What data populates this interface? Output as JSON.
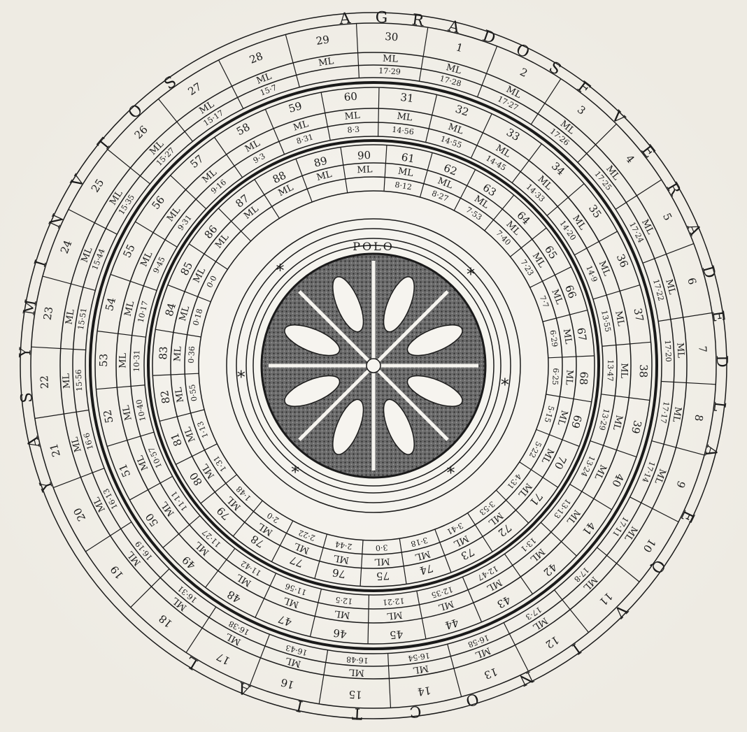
{
  "rim_text": {
    "top": "A GRADOS",
    "right": "F V E R A D E D L A",
    "bottom": "E Q V I N O C T I A L",
    "left": "Y A S Y M I N V T O S"
  },
  "polo_label": "POLO",
  "unit_label": "ML",
  "rings": {
    "outer": {
      "numbers": [
        "30",
        "1",
        "2",
        "3",
        "4",
        "5",
        "6",
        "7",
        "8",
        "9",
        "10",
        "11",
        "12",
        "13",
        "14",
        "15",
        "16",
        "17",
        "18",
        "19",
        "20",
        "21",
        "22",
        "23",
        "24",
        "25",
        "26",
        "27",
        "28",
        "29"
      ],
      "values": [
        "17·29",
        "17·28",
        "17·27",
        "17·26",
        "17·25",
        "17·24",
        "17·22",
        "17·20",
        "17·17",
        "17·14",
        "17·11",
        "17·8",
        "17·3",
        "16·58",
        "16·54",
        "16·48",
        "16·43",
        "16·38",
        "16·31",
        "16·19",
        "16·13",
        "16·6",
        "15·56",
        "15·51",
        "15·44",
        "15·35",
        "15·27",
        "15·17",
        "15·7"
      ]
    },
    "second": {
      "numbers": [
        "31",
        "32",
        "33",
        "34",
        "35",
        "36",
        "37",
        "38",
        "39",
        "40",
        "41",
        "42",
        "43",
        "44",
        "45",
        "46",
        "47",
        "48",
        "49",
        "50",
        "51",
        "52",
        "53",
        "54",
        "55",
        "56",
        "57",
        "58",
        "59",
        "60"
      ],
      "values": [
        "14·56",
        "14·55",
        "14·45",
        "14·33",
        "14·20",
        "14·9",
        "13·55",
        "13·47",
        "13·29",
        "13·24",
        "13·13",
        "13·1",
        "12·47",
        "12·35",
        "12·21",
        "12·5",
        "11·56",
        "11·42",
        "11·27",
        "11·11",
        "10·57",
        "10·40",
        "10·31",
        "10·17",
        "9·45",
        "9·31",
        "9·16",
        "9·3",
        "8·31",
        "8·3"
      ]
    },
    "third": {
      "numbers": [
        "61",
        "62",
        "63",
        "64",
        "65",
        "66",
        "67",
        "68",
        "69",
        "70",
        "71",
        "72",
        "73",
        "74",
        "75",
        "76",
        "77",
        "78",
        "79",
        "80",
        "81",
        "82",
        "83",
        "84",
        "85",
        "86",
        "87",
        "88",
        "89",
        "90"
      ],
      "values": [
        "8·12",
        "8·27",
        "7·53",
        "7·40",
        "7·23",
        "7·7",
        "6·29",
        "6·25",
        "5·15",
        "5·22",
        "4·31",
        "3·53",
        "3·41",
        "3·18",
        "3·0",
        "2·44",
        "2·22",
        "2·0",
        "1·48",
        "1·31",
        "1·13",
        "0·55",
        "0·36",
        "0·18",
        "0·0"
      ]
    }
  },
  "stars": [
    "*",
    "*",
    "*",
    "*",
    "*",
    "*"
  ]
}
